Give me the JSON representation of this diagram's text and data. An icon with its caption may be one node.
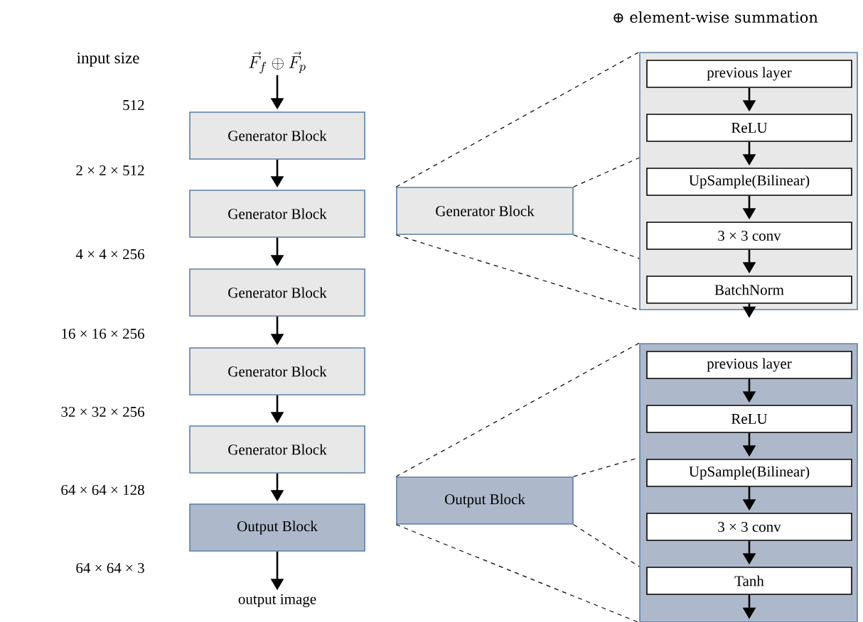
{
  "diagram": {
    "nodes": [
      {
        "text": [
          "\\vec{F}_f \\oplus \\vec{F}_p"
        ]
      },
      {
        "text": [
          "Generator Block"
        ]
      },
      {
        "text": [
          "Generator Block"
        ]
      },
      {
        "text": [
          "Generator Block"
        ]
      },
      {
        "text": [
          "Generator Block"
        ]
      },
      {
        "text": [
          "Generator Block"
        ]
      },
      {
        "text": [
          "Output Block"
        ]
      },
      {
        "text": [
          "output image"
        ]
      },
      {
        "text": [
          "Generator Block"
        ]
      },
      {
        "text": [],
        "shape": "box"
      },
      {
        "text": [
          "previous layer"
        ],
        "in": 9
      },
      {
        "text": [
          "ReLU"
        ],
        "in": 9
      },
      {
        "text": [
          "UpSample(Bilinear)"
        ],
        "in": 9
      },
      {
        "text": [
          "3 × 3 conv"
        ],
        "in": 9
      },
      {
        "text": [
          "BatchNorm"
        ],
        "in": 9
      },
      {
        "text": [
          "Output Block"
        ]
      },
      {
        "text": [],
        "shape": "box"
      },
      {
        "text": [
          "previous layer"
        ],
        "in": 16
      },
      {
        "text": [
          "ReLU"
        ],
        "in": 16
      },
      {
        "text": [
          "UpSample(Bilinear)"
        ],
        "in": 16
      },
      {
        "text": [
          "3 × 3 conv"
        ],
        "in": 16
      },
      {
        "text": [
          "Tanh"
        ],
        "in": 16
      }
    ],
    "edges": [
      {
        "from": 0,
        "to": 1,
        "arrow": "to"
      },
      {
        "from": 1,
        "to": 2,
        "arrow": "to"
      },
      {
        "from": 2,
        "to": 3,
        "arrow": "to"
      },
      {
        "from": 3,
        "to": 4,
        "arrow": "to"
      },
      {
        "from": 4,
        "to": 5,
        "arrow": "to"
      },
      {
        "from": 5,
        "to": 6,
        "arrow": "to"
      },
      {
        "from": 6,
        "to": 7,
        "arrow": "to"
      },
      {
        "from": 8,
        "to": 9,
        "arrow": "none",
        "style": "dashed"
      },
      {
        "from": 8,
        "to": 9,
        "arrow": "none",
        "style": "dashed"
      },
      {
        "from": 8,
        "to": 9,
        "arrow": "none",
        "style": "dashed"
      },
      {
        "from": 8,
        "to": 9,
        "arrow": "none",
        "style": "dashed"
      },
      {
        "from": 10,
        "to": 11,
        "arrow": "to"
      },
      {
        "from": 11,
        "to": 12,
        "arrow": "to"
      },
      {
        "from": 12,
        "to": 13,
        "arrow": "to"
      },
      {
        "from": 13,
        "to": 14,
        "arrow": "to"
      },
      {
        "from": 14,
        "to": null,
        "arrow": "to"
      },
      {
        "from": 15,
        "to": 16,
        "arrow": "none",
        "style": "dashed"
      },
      {
        "from": 15,
        "to": 16,
        "arrow": "none",
        "style": "dashed"
      },
      {
        "from": 15,
        "to": 16,
        "arrow": "none",
        "style": "dashed"
      },
      {
        "from": 15,
        "to": 16,
        "arrow": "none",
        "style": "dashed"
      },
      {
        "from": 17,
        "to": 18,
        "arrow": "to"
      },
      {
        "from": 18,
        "to": 19,
        "arrow": "to"
      },
      {
        "from": 19,
        "to": 20,
        "arrow": "to"
      },
      {
        "from": 20,
        "to": 21,
        "arrow": "to"
      },
      {
        "from": 21,
        "to": null,
        "arrow": "to"
      }
    ],
    "labels": [
      "⊕ element-wise summation",
      "input size",
      "512",
      "2 × 2 × 512",
      "4 × 4 × 256",
      "16 × 16 × 256",
      "32 × 32 × 256",
      "64 × 64 × 128",
      "64 × 64 × 3"
    ]
  }
}
